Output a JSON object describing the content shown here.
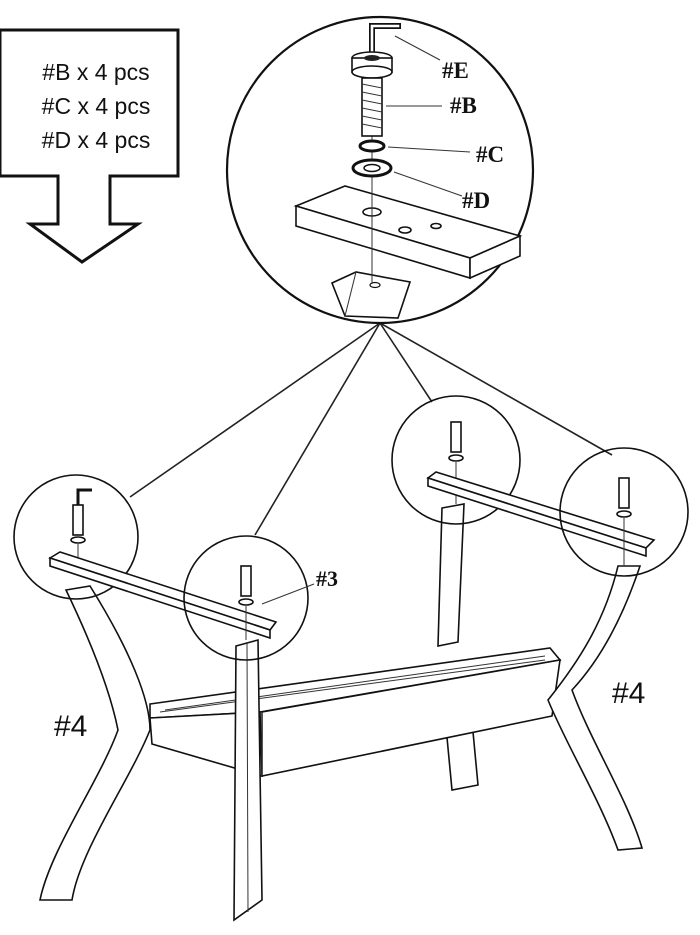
{
  "parts_callout": {
    "lines": [
      "#B x 4 pcs",
      "#C x 4 pcs",
      "#D x 4 pcs"
    ]
  },
  "detail_labels": {
    "E": "#E",
    "B": "#B",
    "C": "#C",
    "D": "#D"
  },
  "assembly_labels": {
    "rail": "#3",
    "leg_left": "#4",
    "leg_right": "#4"
  }
}
